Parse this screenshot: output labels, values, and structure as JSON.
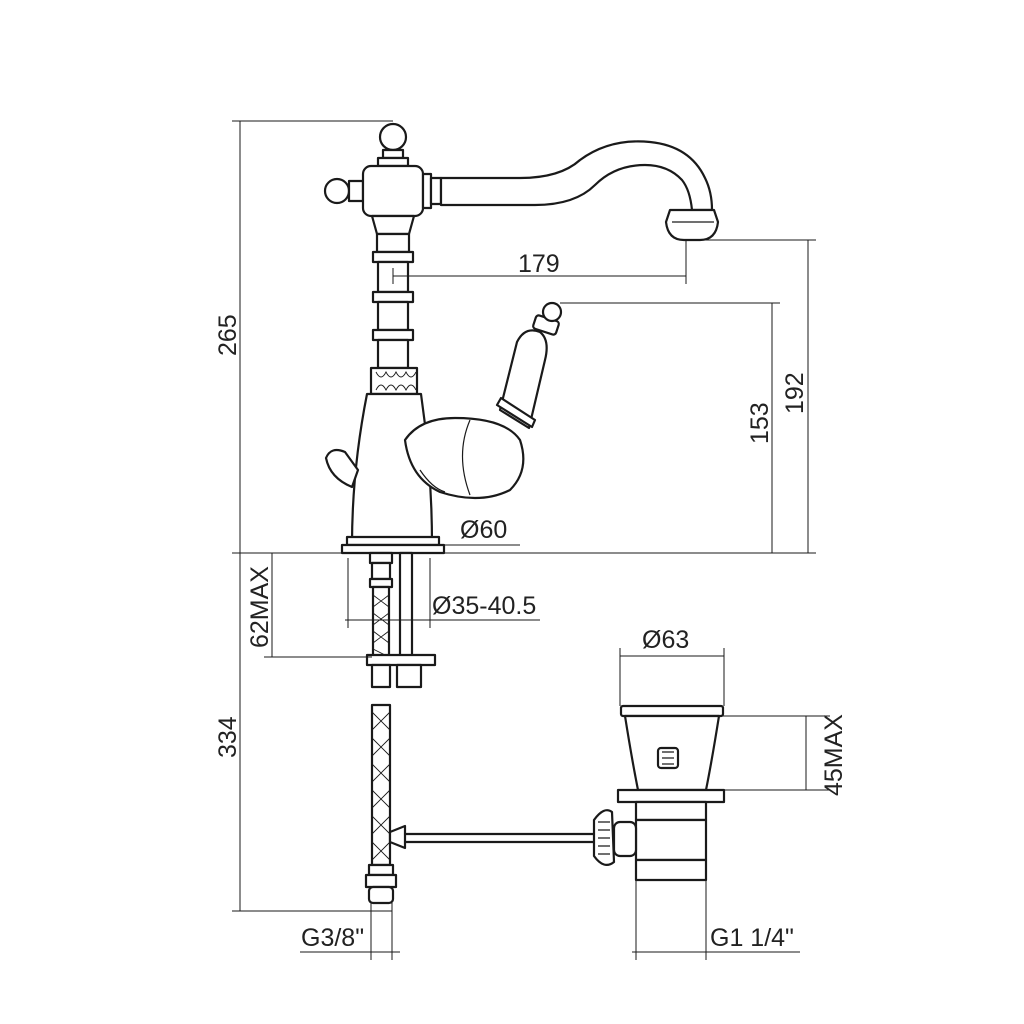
{
  "dimensions": {
    "spout_reach": "179",
    "total_height": "265",
    "spout_height": "192",
    "lever_height": "153",
    "base_diameter": "Ø60",
    "hole_diameter": "Ø35-40.5",
    "deck_thickness": "62MAX",
    "hose_length": "334",
    "waste_diameter": "Ø63",
    "waste_height": "45MAX",
    "hose_thread": "G3/8\"",
    "waste_thread": "G1 1/4\""
  }
}
